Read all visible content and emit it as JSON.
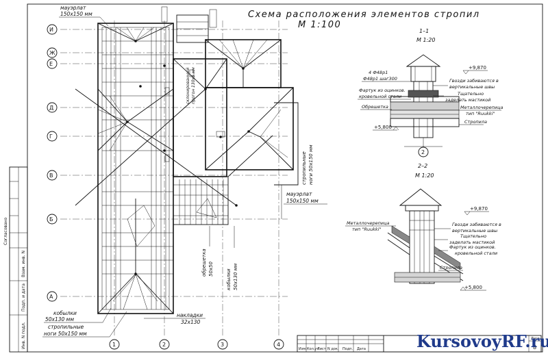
{
  "title": {
    "line1": "Схема расположения элементов стропил",
    "line2": "М 1:100"
  },
  "axes": {
    "rows": [
      "И",
      "Ж",
      "Е",
      "Д",
      "Г",
      "В",
      "Б",
      "А"
    ],
    "cols": [
      "1",
      "2",
      "3",
      "4"
    ]
  },
  "plan_labels": {
    "mauerlat_top_1": "мауэрлат",
    "mauerlat_top_2": "150х150 мм",
    "mauerlat_right_1": "мауэрлат",
    "mauerlat_right_2": "150х150 мм",
    "rafter_legs_right_1": "стропильные",
    "rafter_legs_right_2": "ноги 50х150 мм",
    "kobylki_1": "кобылки",
    "kobylki_2": "50х130 мм",
    "rafter_legs_bottom_1": "стропильные",
    "rafter_legs_bottom_2": "ноги 50х150 мм",
    "nakladki_1": "накладки",
    "nakladki_2": "32х130",
    "obreshetka_1": "обрешетка",
    "obreshetka_2": "50х50",
    "kobylki_v_1": "кобылки",
    "kobylki_v_2": "50х130 мм",
    "sloping_1": "склонированный",
    "sloping_2": "прогон 130х3 мм"
  },
  "section1": {
    "title": "1–1",
    "scale": "М 1:20",
    "bolts_1": "4 Ф48р1",
    "bolts_2": "Ф48р1 шаг300",
    "apron_1": "Фартук из оцинков.",
    "apron_2": "кровельной стали",
    "obreshetka": "Обрешетка",
    "level_top": "+9,870",
    "level_bot": "+5,800",
    "nails_1": "Гвозди забиваются в",
    "nails_2": "вертикальные швы",
    "seal_1": "Тщательно",
    "seal_2": "заделать мастикой",
    "metal_1": "Металлочерепица",
    "metal_2": "тип \"Ruukki\"",
    "rafter": "Стропила",
    "axis": "2"
  },
  "section2": {
    "title": "2–2",
    "scale": "М 1:20",
    "level_top": "+9,870",
    "level_bot": "+5,800",
    "metal_1": "Металлочерепица",
    "metal_2": "тип \"Ruukki\"",
    "nails_1": "Гвозди забиваются в",
    "nails_2": "вертикальные швы",
    "seal_1": "Тщательно",
    "seal_2": "заделать мастикой",
    "apron_1": "Фартук из оцинков.",
    "apron_2": "кровельной стали",
    "rafter": "Стропила"
  },
  "left_strip": {
    "soglasovano": "Согласовано",
    "vzam": "Взам. инв. N",
    "podp_data": "Подп. и дата",
    "inv_podl": "Инв. N подл."
  },
  "stamp": {
    "cols": [
      "Изм.",
      "Кол.уч",
      "Лист",
      "N док.",
      "Подп.",
      "Дата"
    ],
    "sheet_label": "Лист",
    "sheet_no": "8"
  },
  "watermark": "KursovoyRF.ru"
}
